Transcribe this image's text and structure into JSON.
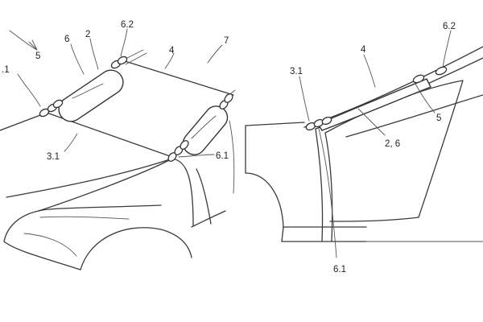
{
  "left_panel": {
    "labels": {
      "l5": "5",
      "l6": "6",
      "l2": "2",
      "l62": "6.2",
      "l7": "7",
      "l4": "4",
      "l1": ".1",
      "l31": "3.1",
      "l61": "6.1"
    }
  },
  "right_panel": {
    "labels": {
      "r31": "3.1",
      "r4": "4",
      "r62": "6.2",
      "r5": "5",
      "r26": "2, 6",
      "r61": "6.1"
    }
  }
}
